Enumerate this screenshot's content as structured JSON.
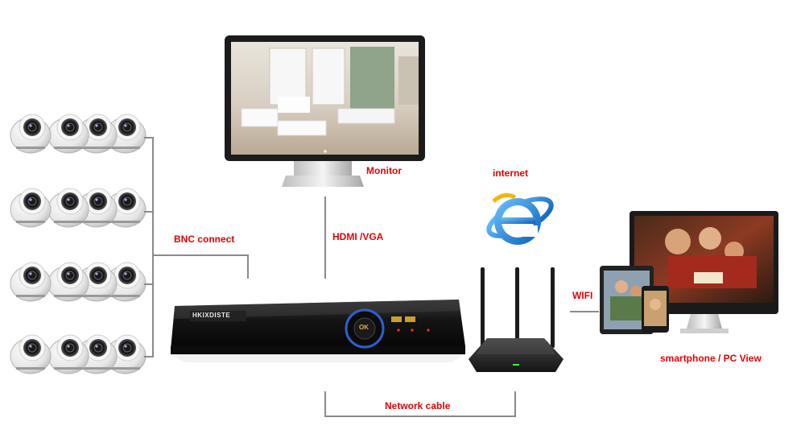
{
  "labels": {
    "monitor": "Monitor",
    "internet": "internet",
    "bnc": "BNC connect",
    "hdmi": "HDMI /VGA",
    "wifi": "WIFI",
    "network": "Network cable",
    "view": "smartphone / PC View"
  },
  "dvr": {
    "brand": "HKIXDISTE",
    "ok": "OK"
  },
  "cameras": {
    "rows": 4,
    "per_row": 4
  },
  "colors": {
    "label": "#e60000",
    "line": "#8a8a8a",
    "dvr_body": "#151515",
    "ie_blue": "#1f7fd8",
    "ie_ring": "#f2b705"
  }
}
